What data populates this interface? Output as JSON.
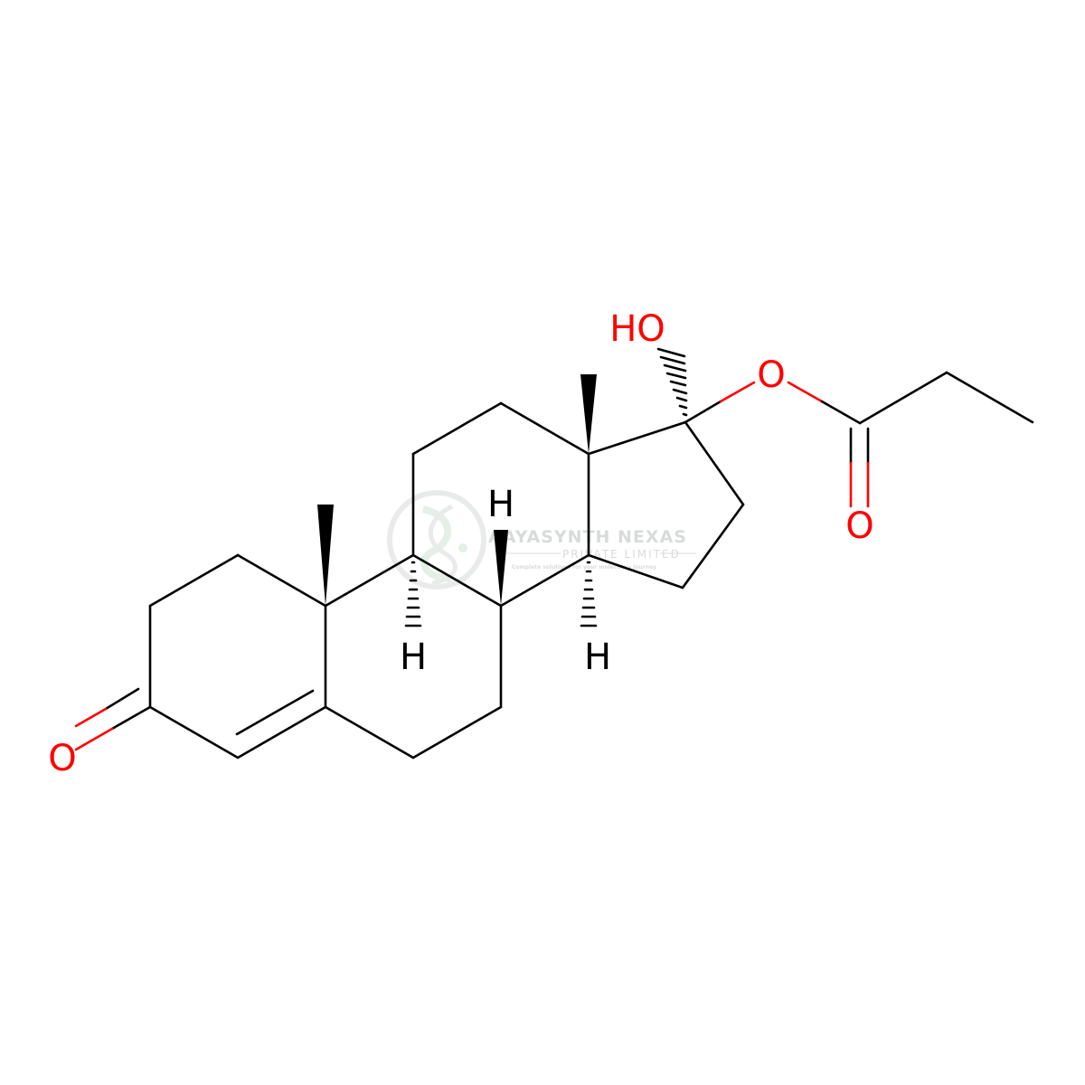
{
  "colors": {
    "bond": "#000000",
    "heteroatom_oxygen": "#ff0000",
    "watermark": "#d7dcd8",
    "background": "#ffffff"
  },
  "atom_labels": {
    "hydroxyl": "HO",
    "ester_oxygen": "O",
    "carbonyl_oxygen_ester": "O",
    "ketone_oxygen": "O",
    "h_c8": "H",
    "h_c9": "H",
    "h_c14": "H"
  },
  "watermark": {
    "company": "AAYASYNTH NEXAS",
    "subtitle": "PRIVATE LIMITED",
    "tagline": "Complete solutions for your molecule's journey",
    "logo_icon": "helix-leaf-logo-icon"
  }
}
